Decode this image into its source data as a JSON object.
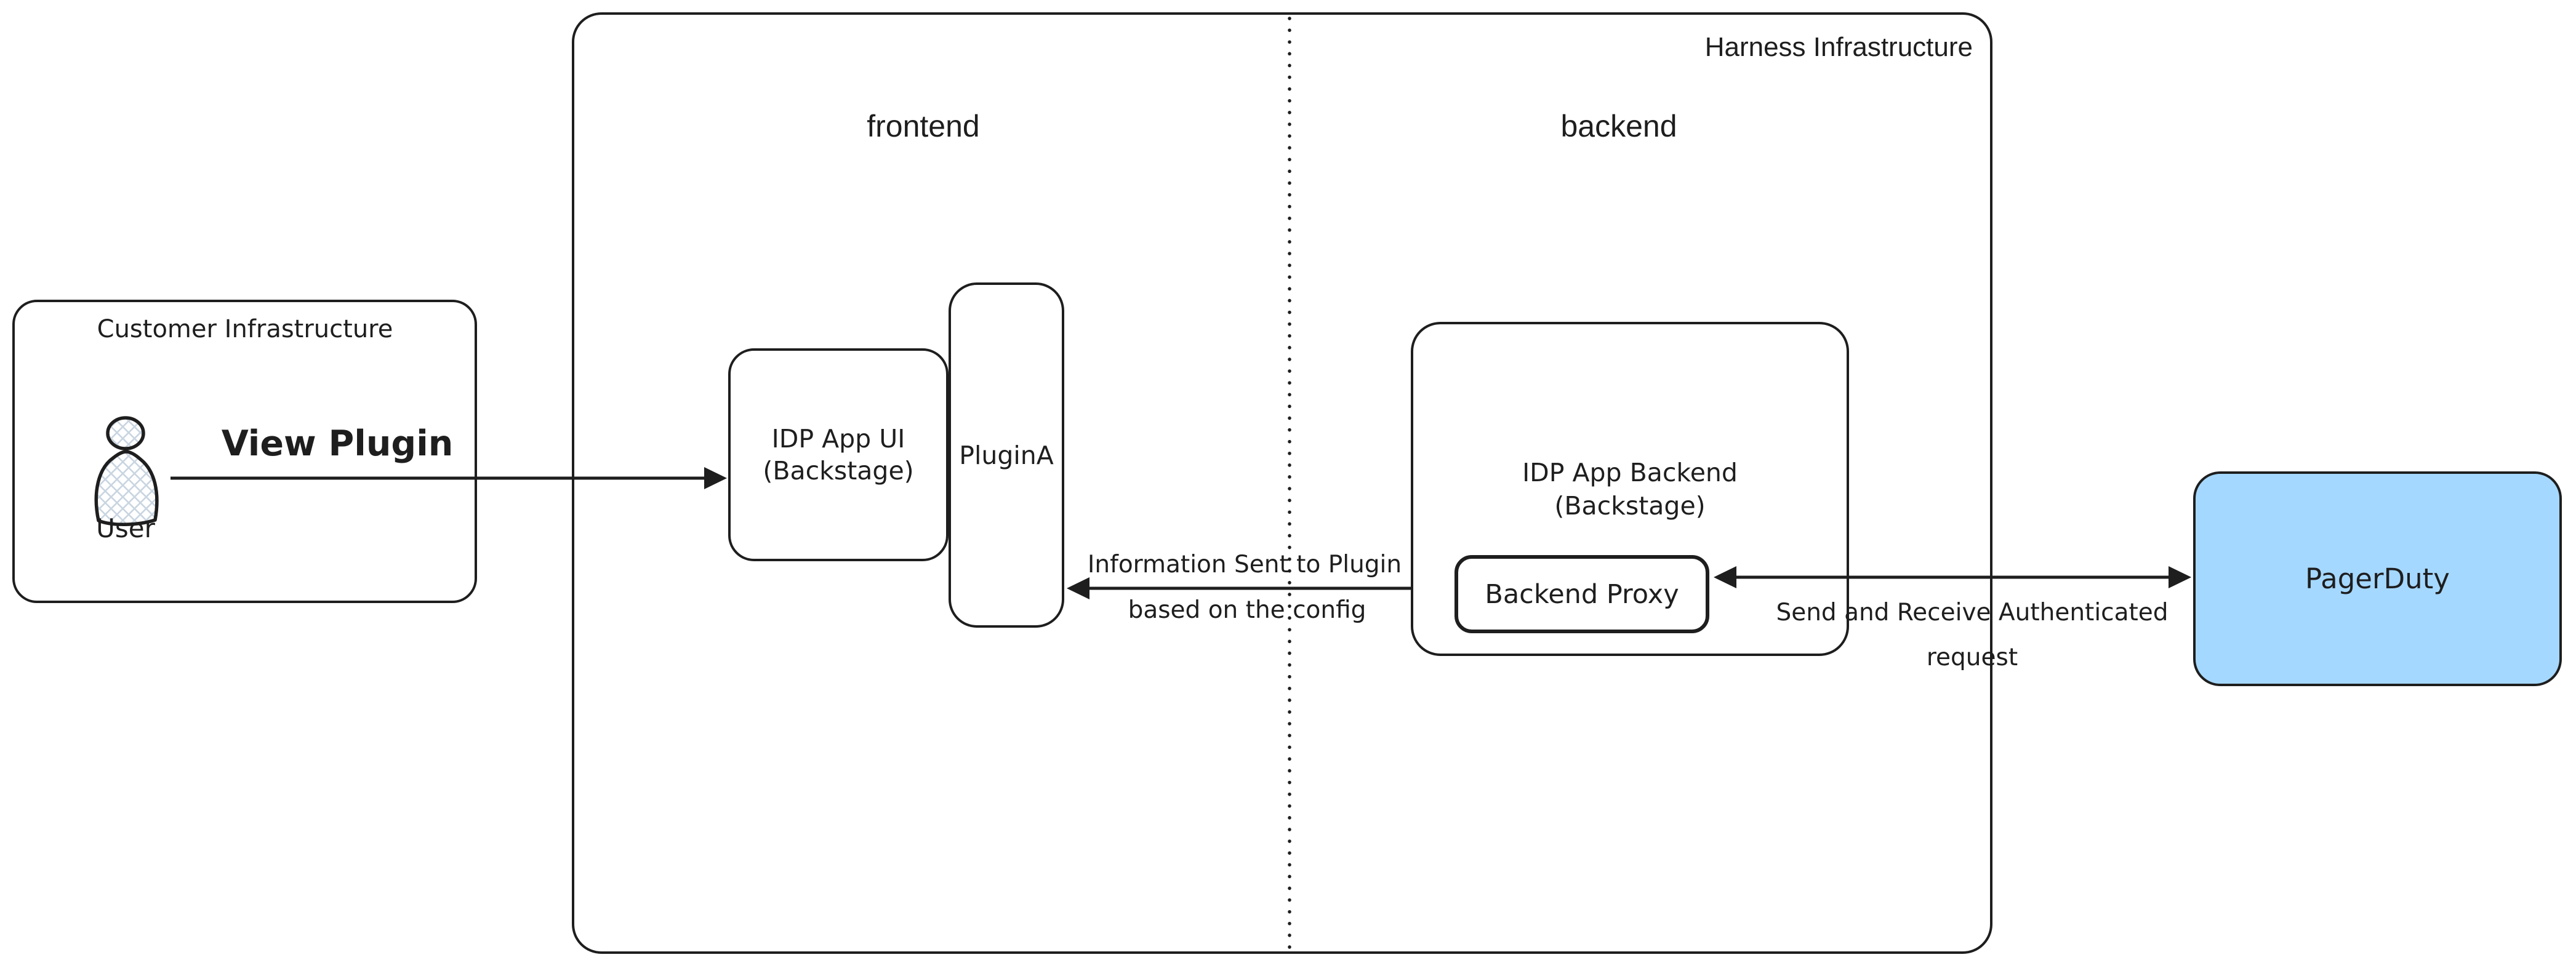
{
  "canvas": {
    "background": "#ffffff"
  },
  "harness": {
    "label": "Harness Infrastructure"
  },
  "sections": {
    "frontend_label": "frontend",
    "backend_label": "backend"
  },
  "customer": {
    "title": "Customer Infrastructure",
    "user_label": "User"
  },
  "nodes": {
    "idp_app_ui": {
      "line1": "IDP App UI",
      "line2": "(Backstage)"
    },
    "plugin_a": {
      "label": "PluginA"
    },
    "idp_app_backend": {
      "line1": "IDP App Backend",
      "line2": "(Backstage)"
    },
    "backend_proxy": {
      "label": "Backend Proxy"
    },
    "pagerduty": {
      "label": "PagerDuty",
      "fill": "#a5d8ff"
    }
  },
  "arrows": {
    "view_plugin": {
      "label": "View Plugin"
    },
    "info_sent": {
      "line1": "Information Sent to Plugin",
      "line2": "based on the config"
    },
    "send_receive": {
      "line1": "Send and Receive Authenticated",
      "line2": "request"
    }
  },
  "colors": {
    "stroke": "#1e1e1e",
    "hatch": "#c9d5e1"
  }
}
